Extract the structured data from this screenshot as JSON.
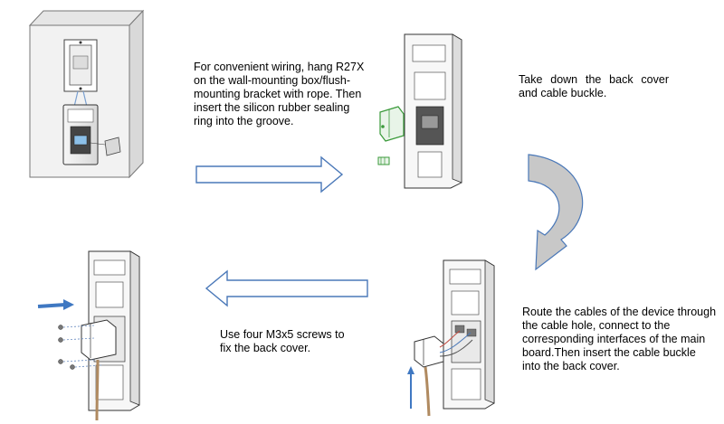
{
  "steps": [
    {
      "id": "step-1",
      "instruction": "For convenient wiring, hang R27X on the wall-mounting box/flush-mounting bracket with rope. Then insert the silicon rubber sealing ring into the groove."
    },
    {
      "id": "step-2",
      "instruction": "Take down the back cover and cable buckle."
    },
    {
      "id": "step-3",
      "instruction": "Route the cables of the device through the cable hole, connect to the corresponding interfaces of the main board.Then insert the cable buckle into the back cover."
    },
    {
      "id": "step-4",
      "instruction": "Use four M3x5 screws to fix the back cover."
    }
  ],
  "colors": {
    "arrow_outline": "#4a78b8",
    "curved_arrow_fill": "#c8c8c8",
    "part_green": "#3a9a3a",
    "push_arrow_blue": "#3f78c2",
    "cable_brown": "#b08a60"
  }
}
